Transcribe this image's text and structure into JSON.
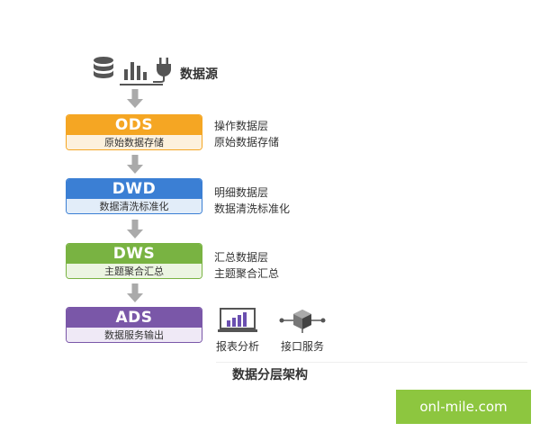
{
  "source": {
    "label": "数据源",
    "icons": [
      "database-icon",
      "bar-chart-icon",
      "plug-icon"
    ]
  },
  "layers": [
    {
      "name": "ODS",
      "subtitle": "原始数据存储",
      "color": "#f5a623",
      "sub_bg": "#fdf1dd",
      "desc_line1": "操作数据层",
      "desc_line2": "原始数据存储"
    },
    {
      "name": "DWD",
      "subtitle": "数据清洗标准化",
      "color": "#3b7fd4",
      "sub_bg": "#e2edf9",
      "desc_line1": "明细数据层",
      "desc_line2": "数据清洗标准化"
    },
    {
      "name": "DWS",
      "subtitle": "主题聚合汇总",
      "color": "#79b342",
      "sub_bg": "#ecf5e2",
      "desc_line1": "汇总数据层",
      "desc_line2": "主题聚合汇总"
    },
    {
      "name": "ADS",
      "subtitle": "数据服务输出",
      "color": "#7a57a8",
      "sub_bg": "#efe9f6"
    }
  ],
  "tools": [
    {
      "label": "报表分析",
      "icon": "report-chart-icon"
    },
    {
      "label": "接口服务",
      "icon": "api-cube-icon"
    }
  ],
  "title": "数据分层架构",
  "watermark": "onl-mile.com",
  "colors": {
    "arrow": "#aaaaaa",
    "icon": "#555555",
    "report_accent": "#6a4fb0"
  }
}
